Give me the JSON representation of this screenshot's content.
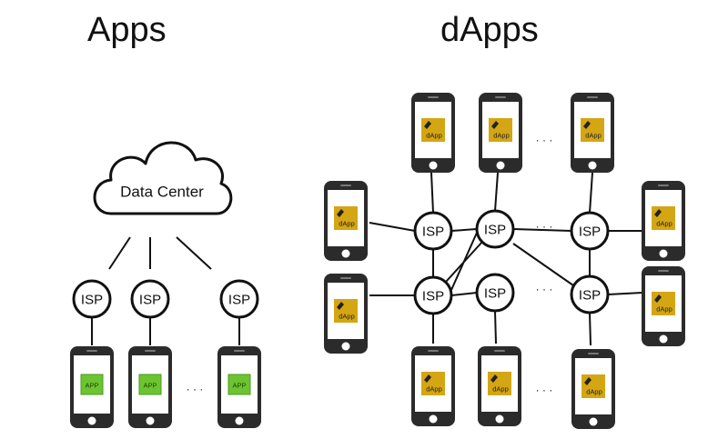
{
  "titles": {
    "apps": "Apps",
    "dapps": "dApps"
  },
  "labels": {
    "data_center": "Data Center",
    "isp": "ISP",
    "app": "APP",
    "dapp": "dApp",
    "ellipsis": "· · ·"
  },
  "colors": {
    "phone_body": "#2b2b2b",
    "screen": "#ffffff",
    "app_tile": "#6cc431",
    "dapp_tile": "#d4a614",
    "line": "#111111",
    "node_fill": "#ffffff"
  },
  "icons": {
    "dapp_tile_glyph": "eraser-arrow-icon",
    "phone": "smartphone-icon",
    "cloud": "cloud-icon"
  }
}
